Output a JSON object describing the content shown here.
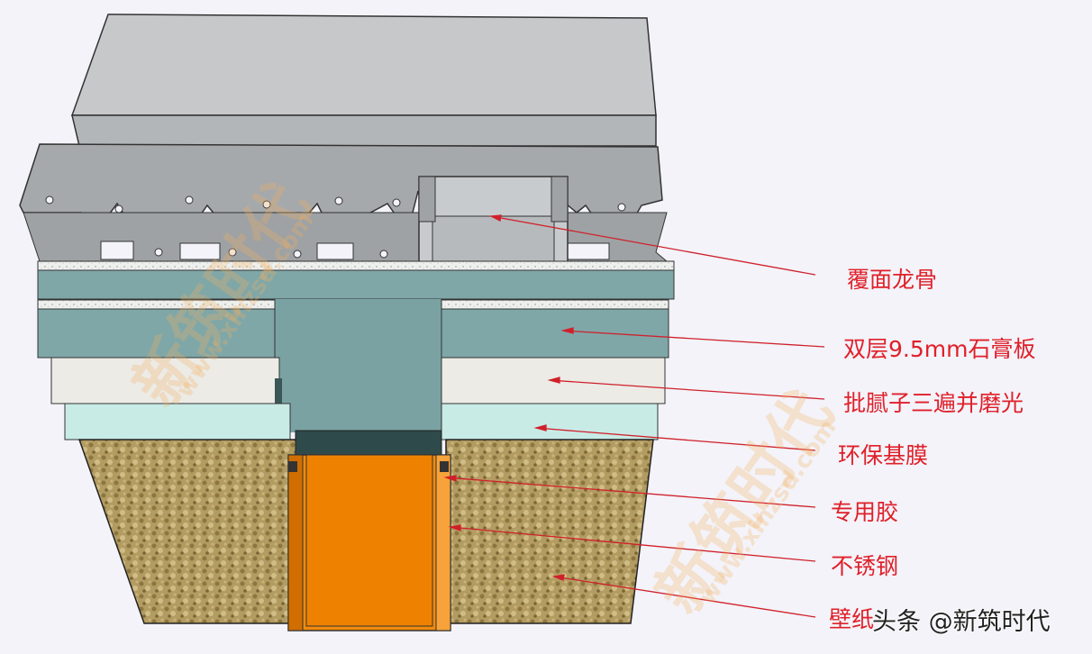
{
  "labels": [
    "覆面龙骨",
    "双层9.5mm石膏板",
    "批腻子三遍并磨光",
    "环保基膜",
    "专用胶",
    "不锈钢",
    "壁纸"
  ],
  "credit": "头条 @新筑时代",
  "watermark": {
    "brand": "新筑时代",
    "url": "www.xinzsd.com"
  },
  "colors": {
    "label": "#e0202a",
    "steel": "#f08a0c",
    "gypsum": "#7fa7a8",
    "wallpaper": "#b09a60"
  }
}
